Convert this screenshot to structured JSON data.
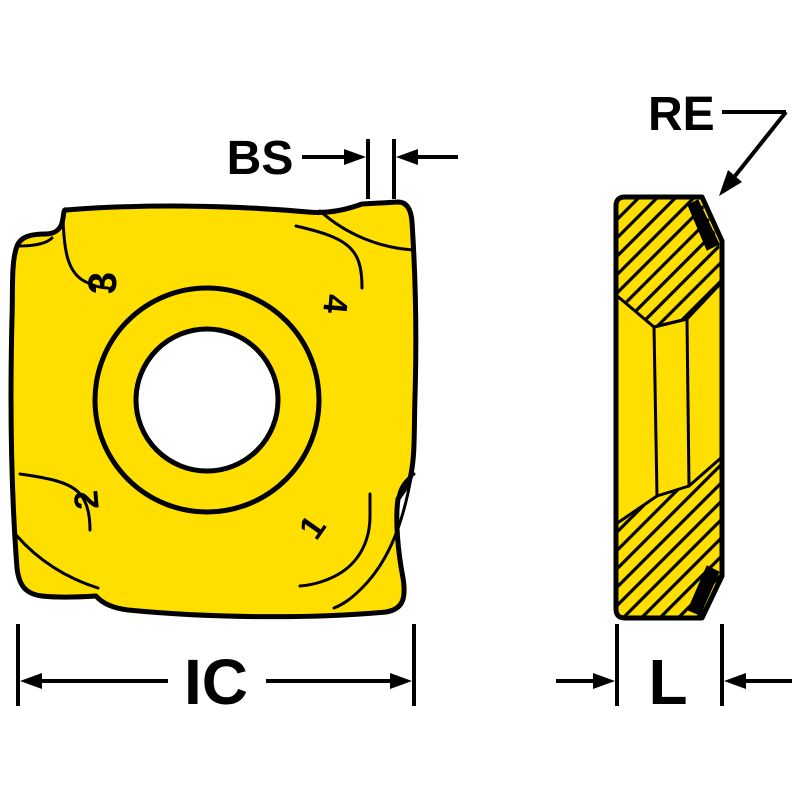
{
  "labels": {
    "bs": "BS",
    "re": "RE",
    "ic": "IC",
    "l": "L"
  },
  "index_marks": {
    "top_left": "3",
    "top_right": "4",
    "bottom_left": "2",
    "bottom_right": "1"
  },
  "colors": {
    "insert_yellow": "#ffdf00",
    "line_black": "#000000",
    "background": "#ffffff"
  }
}
